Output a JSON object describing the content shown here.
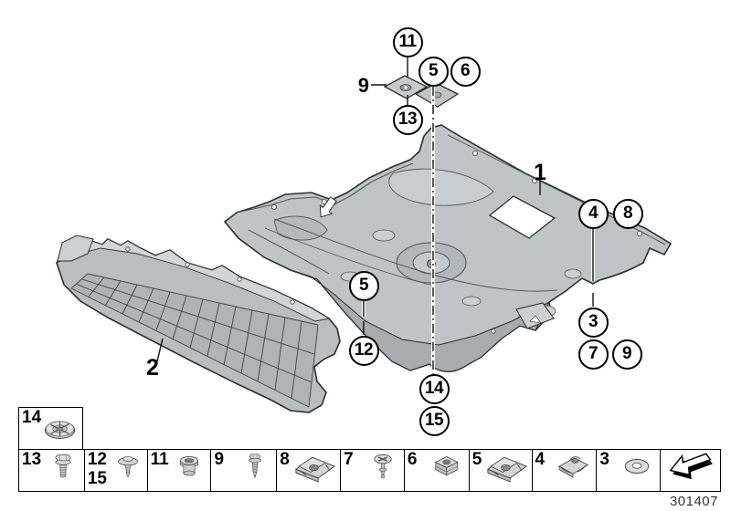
{
  "doc": {
    "part_number": "301407"
  },
  "callouts": [
    {
      "label": "11"
    },
    {
      "label": "5"
    },
    {
      "label": "6"
    },
    {
      "label": "13"
    },
    {
      "label": "4"
    },
    {
      "label": "8"
    },
    {
      "label": "3"
    },
    {
      "label": "7"
    },
    {
      "label": "9"
    },
    {
      "label": "5"
    },
    {
      "label": "12"
    },
    {
      "label": "14"
    },
    {
      "label": "15"
    }
  ],
  "part_labels": [
    {
      "label": "9"
    },
    {
      "label": "1"
    },
    {
      "label": "2"
    }
  ],
  "legend": {
    "floating": {
      "label": "14",
      "icon": "prong-washer-icon"
    },
    "cells": [
      {
        "label": "13",
        "icon": "hex-flange-bolt-icon"
      },
      {
        "label": "12",
        "label2": "15",
        "icon": "expansion-rivet-icon"
      },
      {
        "label": "11",
        "icon": "grommet-icon"
      },
      {
        "label": "9",
        "icon": "self-tapping-screw-icon"
      },
      {
        "label": "8",
        "icon": "speed-nut-clip-icon"
      },
      {
        "label": "7",
        "icon": "push-rivet-icon"
      },
      {
        "label": "6",
        "icon": "clip-nut-icon"
      },
      {
        "label": "5",
        "icon": "speed-nut-clip-icon"
      },
      {
        "label": "4",
        "icon": "clip-nut-icon"
      },
      {
        "label": "3",
        "icon": "washer-icon"
      },
      {
        "label": "",
        "icon": "direction-arrow-icon"
      }
    ]
  },
  "colors": {
    "part_fill": "#bfc4c7",
    "part_light": "#d5d8da",
    "part_dark": "#a6acaf",
    "outline": "#2e2e2e"
  }
}
